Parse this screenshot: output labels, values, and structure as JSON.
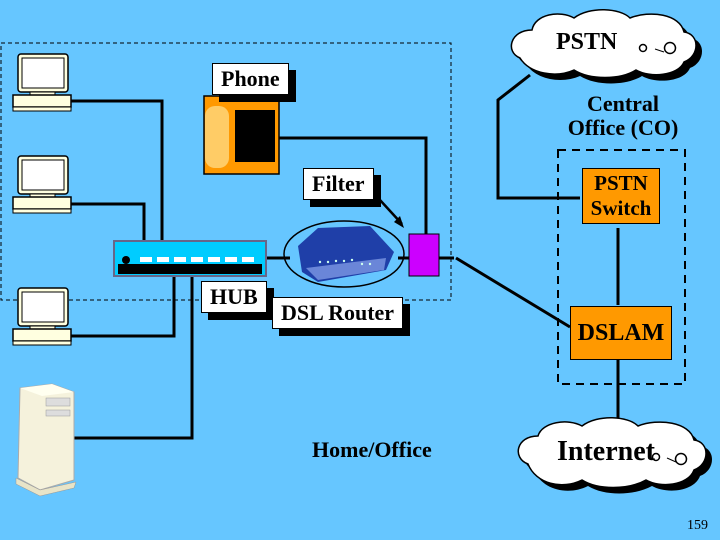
{
  "diagram": {
    "title_clouds": {
      "pstn": "PSTN",
      "internet": "Internet"
    },
    "labels": {
      "phone": "Phone",
      "filter": "Filter",
      "hub": "HUB",
      "dsl_router": "DSL Router",
      "home_office": "Home/Office",
      "central_office_line1": "Central",
      "central_office_line2": "Office (CO)"
    },
    "co_boxes": {
      "pstn_switch_line1": "PSTN",
      "pstn_switch_line2": "Switch",
      "dslam": "DSLAM"
    },
    "page_number": "159",
    "colors": {
      "background": "#66c6ff",
      "equipment_box": "#ff9900",
      "filter": "#cc00ff",
      "router": "#1f3fa8",
      "hub": "#00ccff"
    },
    "nodes": [
      "Computer 1",
      "Computer 2",
      "Computer 3",
      "Server",
      "Hub",
      "DSL Router",
      "Phone",
      "Filter",
      "PSTN Switch",
      "DSLAM",
      "PSTN",
      "Internet"
    ],
    "edges": [
      [
        "Computer 1",
        "Hub"
      ],
      [
        "Computer 2",
        "Hub"
      ],
      [
        "Computer 3",
        "Hub"
      ],
      [
        "Server",
        "Hub"
      ],
      [
        "Hub",
        "DSL Router"
      ],
      [
        "DSL Router",
        "Filter"
      ],
      [
        "Phone",
        "Filter"
      ],
      [
        "Filter",
        "DSLAM"
      ],
      [
        "PSTN Switch",
        "DSLAM"
      ],
      [
        "PSTN Switch",
        "PSTN"
      ],
      [
        "DSLAM",
        "Internet"
      ]
    ]
  }
}
